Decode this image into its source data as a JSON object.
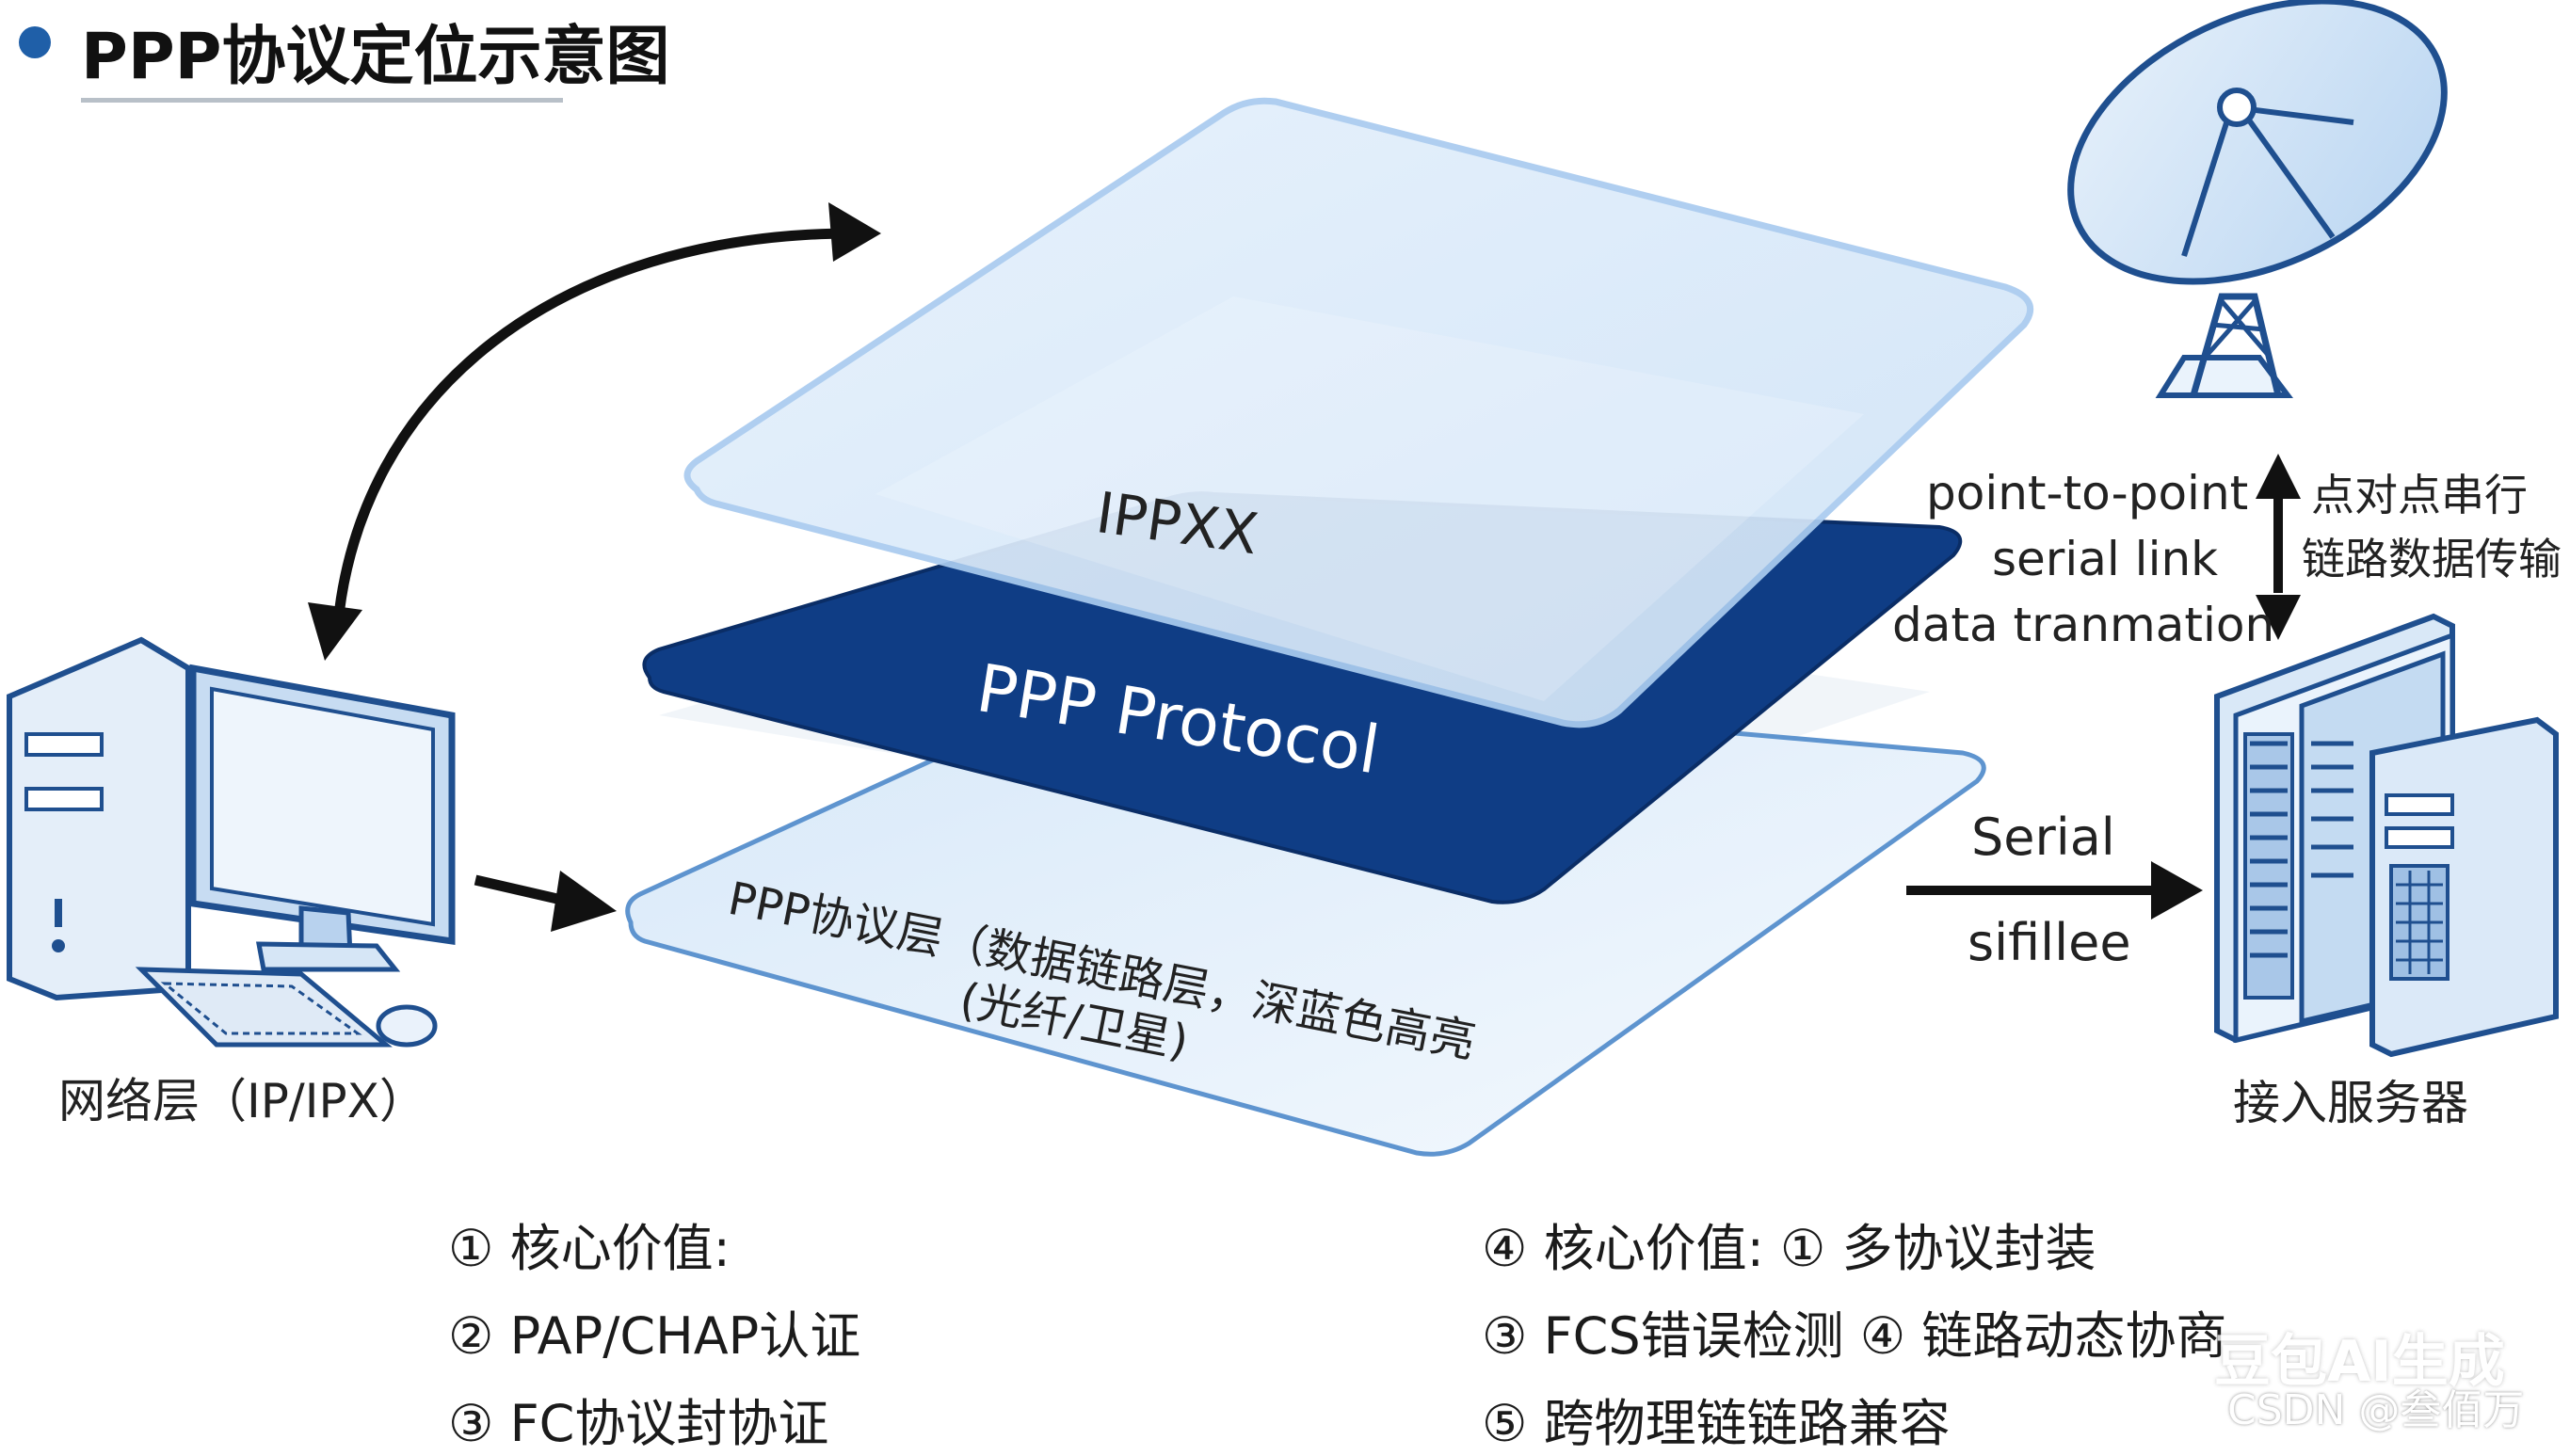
{
  "diagram": {
    "title": "PPP协议定位示意图",
    "layers": {
      "top_label": "IPPXX",
      "middle_label": "PPP Protocol",
      "bottom_label_line1": "PPP协议层（数据链路层，深蓝色高亮",
      "bottom_label_line2": "(光纤/卫星)"
    },
    "network_layer_caption": "网络层（IP/IPX）",
    "server_caption": "接入服务器",
    "link_label_en": [
      "point-to-point",
      "serial link",
      "data tranmation"
    ],
    "link_label_cn": [
      "点对点串行",
      "链路数据传输"
    ],
    "serial_label_top": "Serial",
    "serial_label_bottom": "sifillee",
    "features_left": [
      "① 核心价值:",
      "② PAP/CHAP认证",
      "③ FC协议封协证"
    ],
    "features_right": [
      "④ 核心价值: ① 多协议封装",
      "③ FCS错误检测 ④ 链路动态协商",
      "⑤ 跨物理链链路兼容"
    ],
    "watermark": [
      "豆包AI生成",
      "CSDN @叁佰万"
    ]
  },
  "colors": {
    "accent_blue": "#1f5fa8",
    "dark_layer": "#0f3d85",
    "light_layer": "#dbeaf8",
    "outline_blue": "#a9cbef",
    "arrow": "#111111"
  }
}
